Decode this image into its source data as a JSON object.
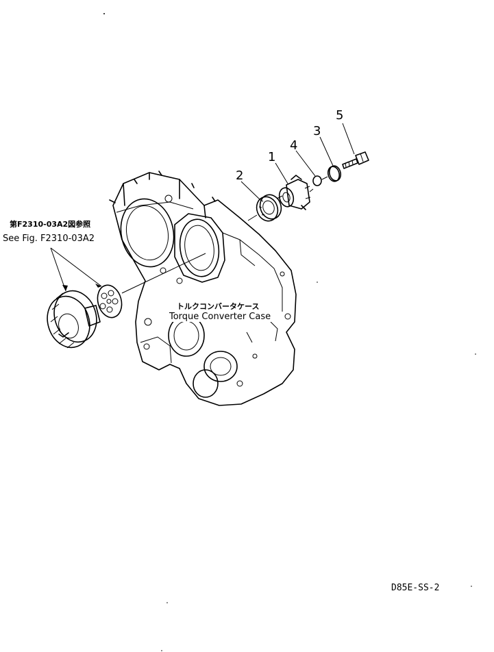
{
  "callouts": [
    "1",
    "2",
    "3",
    "4",
    "5"
  ],
  "labels": {
    "ref_jp": "第F2310-03A2図参照",
    "ref_en": "See Fig. F2310-03A2",
    "case_jp": "トルクコンバータケース",
    "case_en": "Torque Converter Case",
    "drawing_code": "D85E-SS-2"
  }
}
